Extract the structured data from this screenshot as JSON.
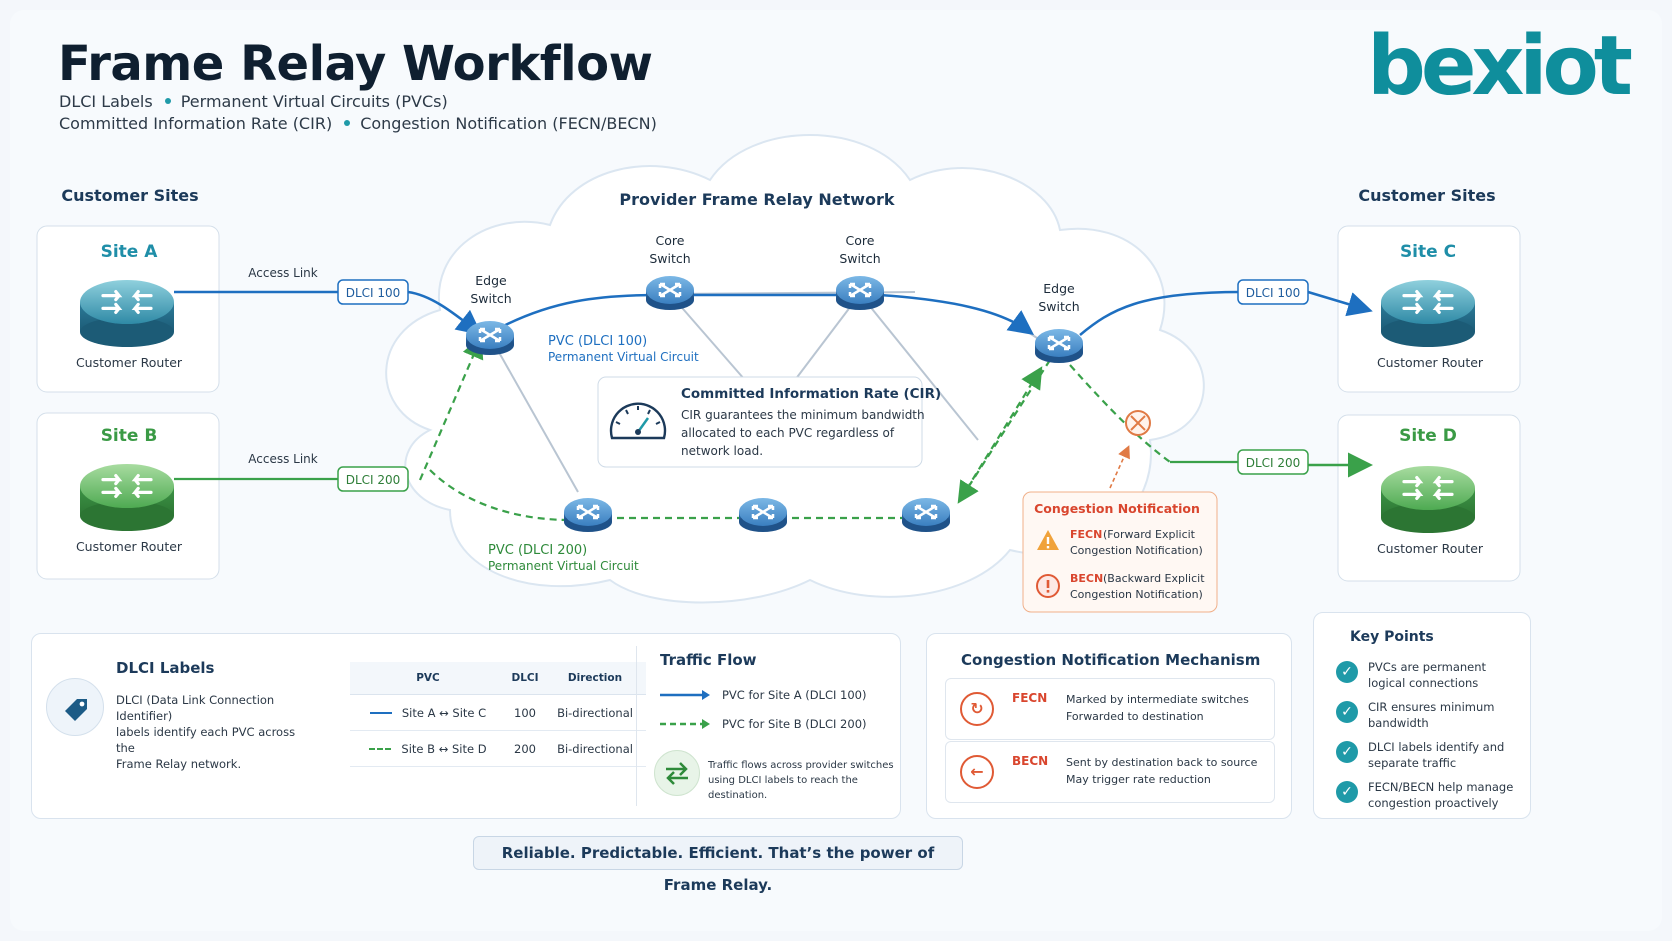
{
  "header": {
    "title": "Frame Relay Workflow",
    "subtitle_line1": [
      "DLCI Labels",
      "Permanent Virtual Circuits (PVCs)"
    ],
    "subtitle_line2": [
      "Committed Information Rate (CIR)",
      "Congestion Notification (FECN/BECN)"
    ],
    "logo": "bexiot"
  },
  "colors": {
    "pvc_100": "#1e6fc0",
    "pvc_200": "#3aa14a",
    "accent": "#1f9aa8",
    "congestion": "#e05a35"
  },
  "left_group": {
    "label": "Customer Sites",
    "site_a": {
      "name": "Site A",
      "device": "Customer Router"
    },
    "site_b": {
      "name": "Site B",
      "device": "Customer Router"
    }
  },
  "right_group": {
    "label": "Customer Sites",
    "site_c": {
      "name": "Site C",
      "device": "Customer Router"
    },
    "site_d": {
      "name": "Site D",
      "device": "Customer Router"
    }
  },
  "network": {
    "title": "Provider Frame Relay Network",
    "access_link_a": "Access Link",
    "access_link_b": "Access Link",
    "edge_left": [
      "Edge",
      "Switch"
    ],
    "edge_right": [
      "Edge",
      "Switch"
    ],
    "core_1": [
      "Core",
      "Switch"
    ],
    "core_2": [
      "Core",
      "Switch"
    ],
    "dlci_a": "DLCI 100",
    "dlci_b": "DLCI 200",
    "dlci_c": "DLCI 100",
    "dlci_d": "DLCI 200",
    "pvc100_label": "PVC (DLCI 100)",
    "pvc100_sub": "Permanent Virtual Circuit",
    "pvc200_label": "PVC (DLCI 200)",
    "pvc200_sub": "Permanent Virtual Circuit"
  },
  "cir_box": {
    "title": "Committed Information Rate (CIR)",
    "text": [
      "CIR guarantees the minimum bandwidth",
      "allocated to each PVC regardless of",
      "network load."
    ]
  },
  "congestion_box": {
    "title": "Congestion Notification",
    "fecn_abbr": "FECN",
    "fecn_rest": "(Forward Explicit",
    "fecn_line2": "Congestion Notification)",
    "becn_abbr": "BECN",
    "becn_rest": "(Backward Explicit",
    "becn_line2": "Congestion Notification)"
  },
  "dlci_panel": {
    "title": "DLCI Labels",
    "description": [
      "DLCI (Data Link Connection Identifier)",
      "labels identify each PVC across the",
      "Frame Relay network."
    ],
    "table": {
      "headers": [
        "PVC",
        "DLCI",
        "Direction"
      ],
      "rows": [
        {
          "pvc": "Site A ↔ Site C",
          "dlci": "100",
          "direction": "Bi-directional"
        },
        {
          "pvc": "Site B ↔ Site D",
          "dlci": "200",
          "direction": "Bi-directional"
        }
      ]
    }
  },
  "traffic_flow": {
    "title": "Traffic Flow",
    "legend": [
      "PVC for Site A (DLCI 100)",
      "PVC for Site B (DLCI 200)"
    ],
    "note": [
      "Traffic flows across provider switches",
      "using DLCI labels to reach the destination."
    ]
  },
  "cn_mechanism": {
    "title": "Congestion Notification Mechanism",
    "rows": [
      {
        "label": "FECN",
        "lines": [
          "Marked by intermediate switches",
          "Forwarded to destination"
        ]
      },
      {
        "label": "BECN",
        "lines": [
          "Sent by destination back to source",
          "May trigger rate reduction"
        ]
      }
    ]
  },
  "key_points": {
    "title": "Key Points",
    "items": [
      [
        "PVCs are permanent",
        "logical connections"
      ],
      [
        "CIR ensures minimum",
        "bandwidth"
      ],
      [
        "DLCI labels identify and",
        "separate traffic"
      ],
      [
        "FECN/BECN help manage",
        "congestion proactively"
      ]
    ]
  },
  "footer": "Reliable. Predictable. Efficient. That’s the power of Frame Relay."
}
